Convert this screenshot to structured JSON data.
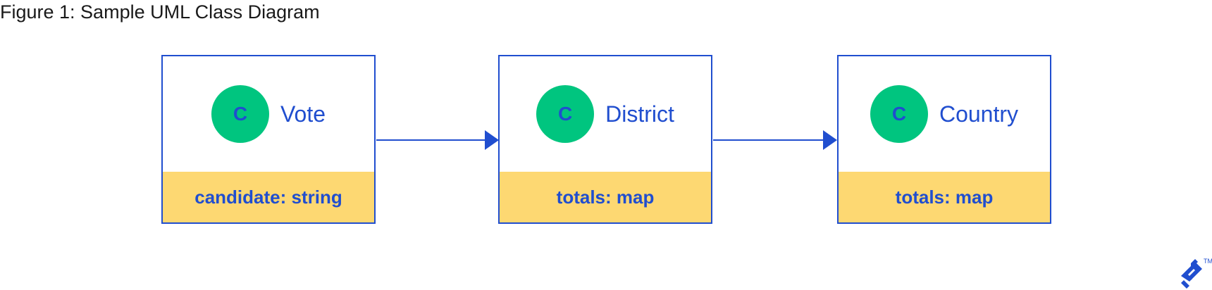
{
  "figure": {
    "caption": "Figure 1: Sample UML Class Diagram"
  },
  "classes": [
    {
      "badge": "C",
      "name": "Vote",
      "attribute": "candidate: string"
    },
    {
      "badge": "C",
      "name": "District",
      "attribute": "totals: map"
    },
    {
      "badge": "C",
      "name": "Country",
      "attribute": "totals: map"
    }
  ],
  "colors": {
    "border": "#204ecf",
    "badge": "#00c57f",
    "attribute_band": "#fdd872",
    "text": "#204ecf"
  },
  "logo": {
    "icon": "toptal-logo-icon",
    "trademark": "TM"
  }
}
